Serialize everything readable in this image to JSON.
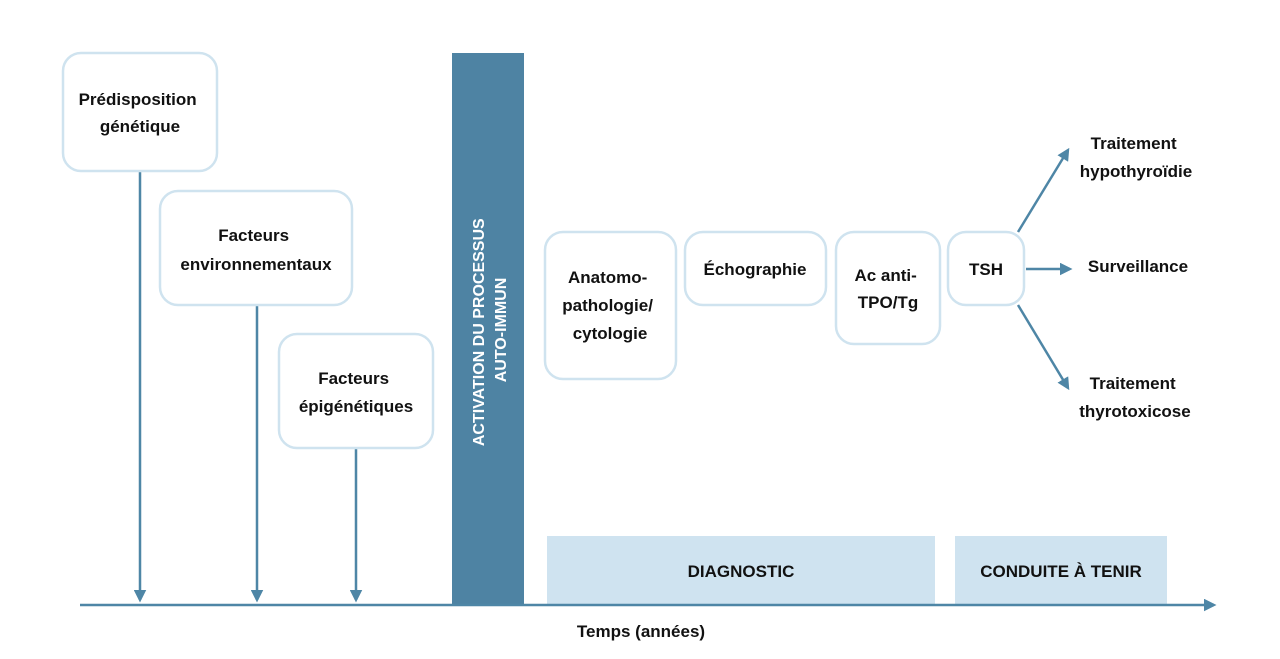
{
  "factors": {
    "genetic": [
      "Prédisposition",
      "génétique"
    ],
    "environmental": [
      "Facteurs",
      "environnementaux"
    ],
    "epigenetic": [
      "Facteurs",
      "épigénétiques"
    ]
  },
  "activation": [
    "ACTIVATION DU PROCESSUS",
    "AUTO-IMMUN"
  ],
  "diagnostic_steps": {
    "anatomo": [
      "Anatomo-",
      "pathologie/",
      "cytologie"
    ],
    "echo": [
      "Échographie"
    ],
    "ac": [
      "Ac anti-",
      "TPO/Tg"
    ],
    "tsh": [
      "TSH"
    ]
  },
  "outcomes": {
    "hypo": [
      "Traitement",
      "hypothyroïdie"
    ],
    "surveillance": [
      "Surveillance"
    ],
    "thyrotox": [
      "Traitement",
      "thyrotoxicose"
    ]
  },
  "bands": {
    "diagnostic": "DIAGNOSTIC",
    "conduite": "CONDUITE À TENIR"
  },
  "axis_label": "Temps (années)",
  "colors": {
    "accent": "#4e86a6",
    "activation_bar": "#4e83a3",
    "band_fill": "#cfe3f0",
    "box_border": "#cfe3ef"
  }
}
